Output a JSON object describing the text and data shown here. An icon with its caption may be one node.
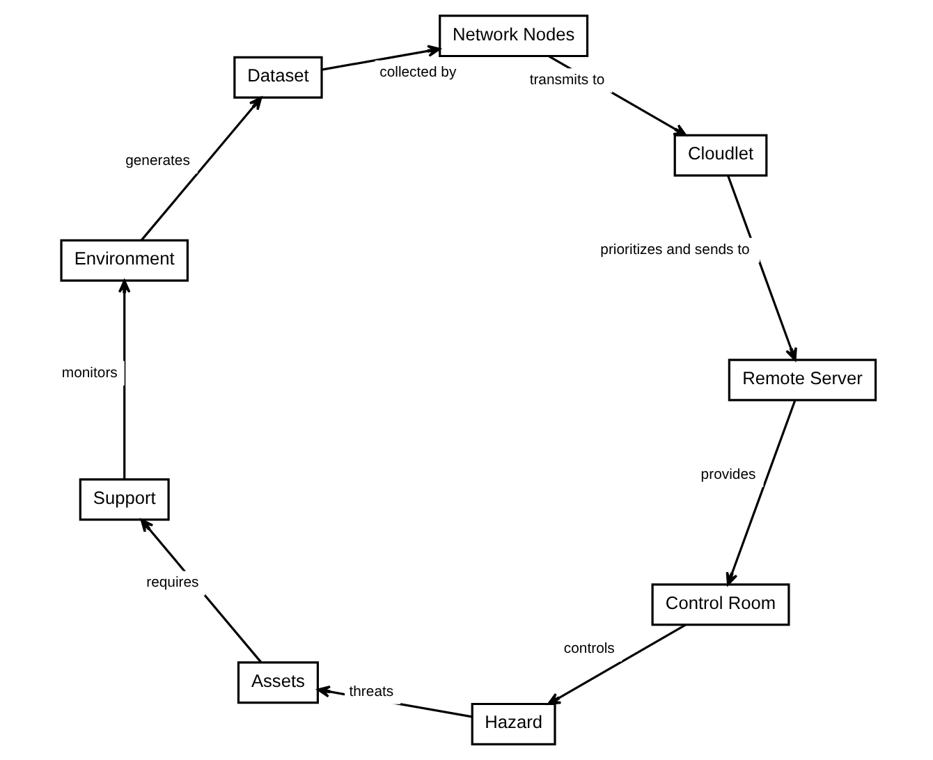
{
  "diagram": {
    "nodes": [
      {
        "text": [
          "Control Room"
        ]
      },
      {
        "text": [
          "Hazard"
        ]
      },
      {
        "text": [
          "Assets"
        ]
      },
      {
        "text": [
          "Support"
        ]
      },
      {
        "text": [
          "Environment"
        ]
      },
      {
        "text": [
          "Dataset"
        ]
      },
      {
        "text": [
          "Network Nodes"
        ]
      },
      {
        "text": [
          "Cloudlet"
        ]
      },
      {
        "text": [
          "Remote Server"
        ]
      }
    ],
    "edges": [
      {
        "from": 0,
        "to": 1,
        "arrow": "to",
        "label": "controls"
      },
      {
        "from": 1,
        "to": 2,
        "arrow": "to",
        "label": "threats"
      },
      {
        "from": 2,
        "to": 3,
        "arrow": "to",
        "label": "requires"
      },
      {
        "from": 3,
        "to": 4,
        "arrow": "to",
        "label": "monitors"
      },
      {
        "from": 4,
        "to": 5,
        "arrow": "to",
        "label": "generates"
      },
      {
        "from": 5,
        "to": 6,
        "arrow": "to",
        "label": "collected by"
      },
      {
        "from": 6,
        "to": 7,
        "arrow": "to",
        "label": "transmits to"
      },
      {
        "from": 7,
        "to": 8,
        "arrow": "to",
        "label": "prioritizes and sends to"
      },
      {
        "from": 8,
        "to": 0,
        "arrow": "to",
        "label": "provides"
      }
    ]
  }
}
